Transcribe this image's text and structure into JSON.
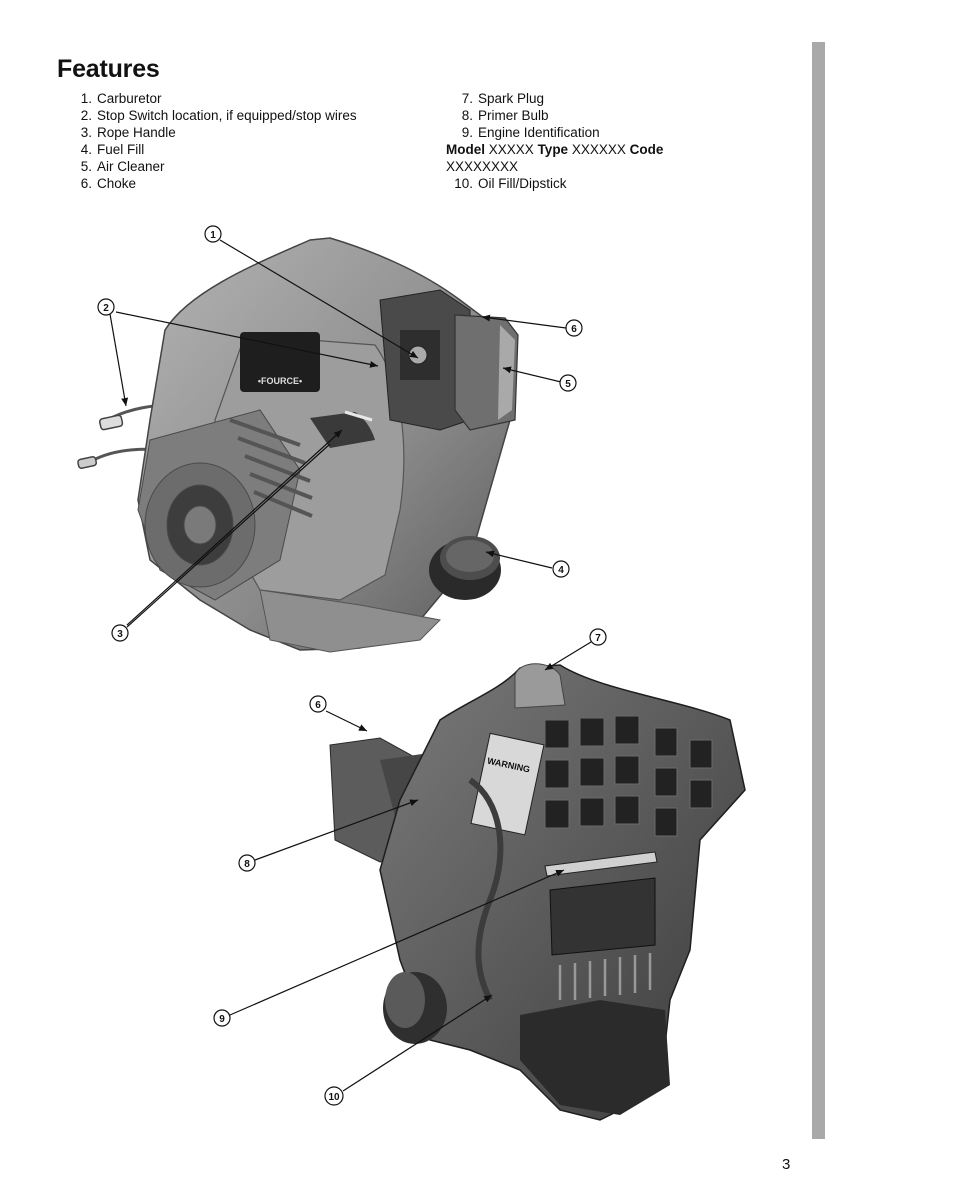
{
  "title": "Features",
  "features_left": [
    {
      "num": "1.",
      "text": "Carburetor"
    },
    {
      "num": "2.",
      "text": "Stop Switch location, if equipped/stop wires"
    },
    {
      "num": "3.",
      "text": "Rope Handle"
    },
    {
      "num": "4.",
      "text": "Fuel Fill"
    },
    {
      "num": "5.",
      "text": "Air Cleaner"
    },
    {
      "num": "6.",
      "text": "Choke"
    }
  ],
  "features_right": [
    {
      "num": "7.",
      "text": "Spark Plug"
    },
    {
      "num": "8.",
      "text": "Primer Bulb"
    },
    {
      "num": "9.",
      "text": "Engine Identification"
    }
  ],
  "engine_id": {
    "model_label": "Model",
    "model_value": "XXXXX",
    "type_label": "Type",
    "type_value": "XXXXXX",
    "code_label": "Code",
    "code_value": "XXXXXXXX"
  },
  "feature_10": {
    "num": "10.",
    "text": "Oil Fill/Dipstick"
  },
  "callouts_top": [
    "1",
    "2",
    "3",
    "4",
    "5",
    "6"
  ],
  "callouts_bottom": [
    "7",
    "6",
    "8",
    "9",
    "10"
  ],
  "engine_logo_text": "•FOURCE•",
  "warning_label_text": "WARNING",
  "page_number": "3",
  "colors": {
    "sidebar_bar": "#a9a9a9",
    "engine_body": "#8e8e8e",
    "engine_dark": "#3a3a3a"
  }
}
